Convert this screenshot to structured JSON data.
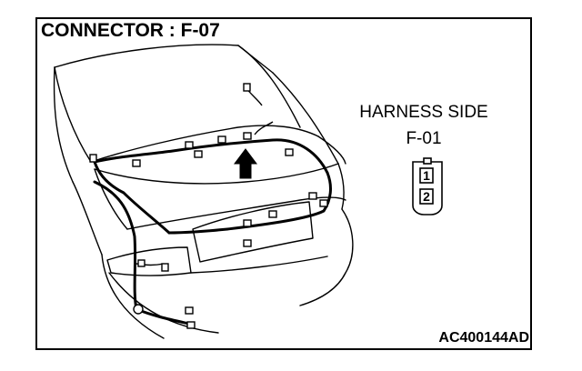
{
  "diagram": {
    "title": "CONNECTOR : F-07",
    "harness_side_label": "HARNESS SIDE",
    "connector_id": "F-01",
    "pins": [
      "1",
      "2"
    ],
    "figure_code": "AC400144AD"
  },
  "colors": {
    "line": "#000000",
    "background": "#ffffff"
  }
}
